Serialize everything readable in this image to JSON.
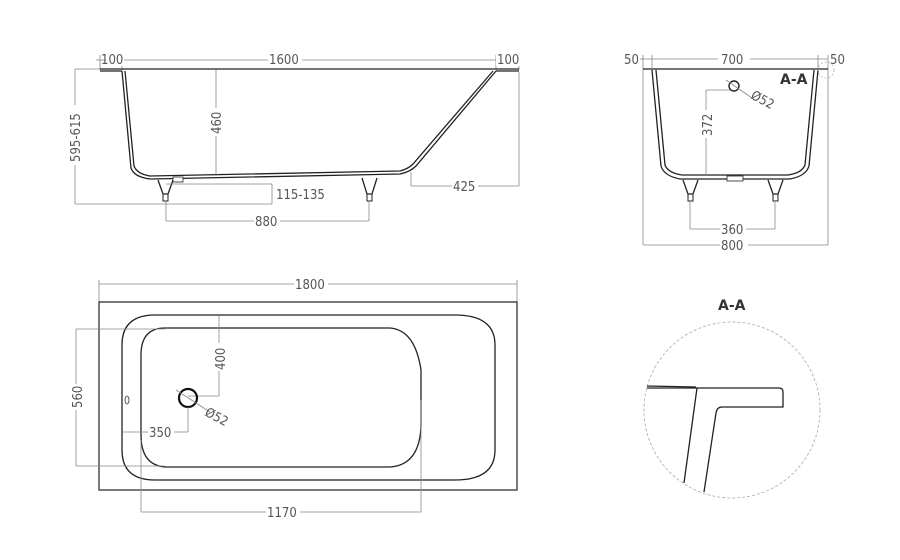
{
  "side_view": {
    "dims": {
      "rim_left": "100",
      "inner_length": "1600",
      "rim_right": "100",
      "total_height": "595-615",
      "depth": "460",
      "leg_height": "115-135",
      "leg_spacing": "880",
      "slope_offset": "425"
    }
  },
  "end_view": {
    "dims": {
      "rim_left": "50",
      "inner_width": "700",
      "rim_right": "50",
      "overflow_diameter": "Ø52",
      "overflow_height": "372",
      "leg_spacing": "360",
      "total_width": "800"
    },
    "section_marker": "A-A"
  },
  "top_view": {
    "dims": {
      "total_length": "1800",
      "overflow_offset": "400",
      "width": "560",
      "drain_diameter": "Ø52",
      "drain_offset": "350",
      "basin_length": "1170"
    }
  },
  "detail_view": {
    "title": "A-A"
  }
}
